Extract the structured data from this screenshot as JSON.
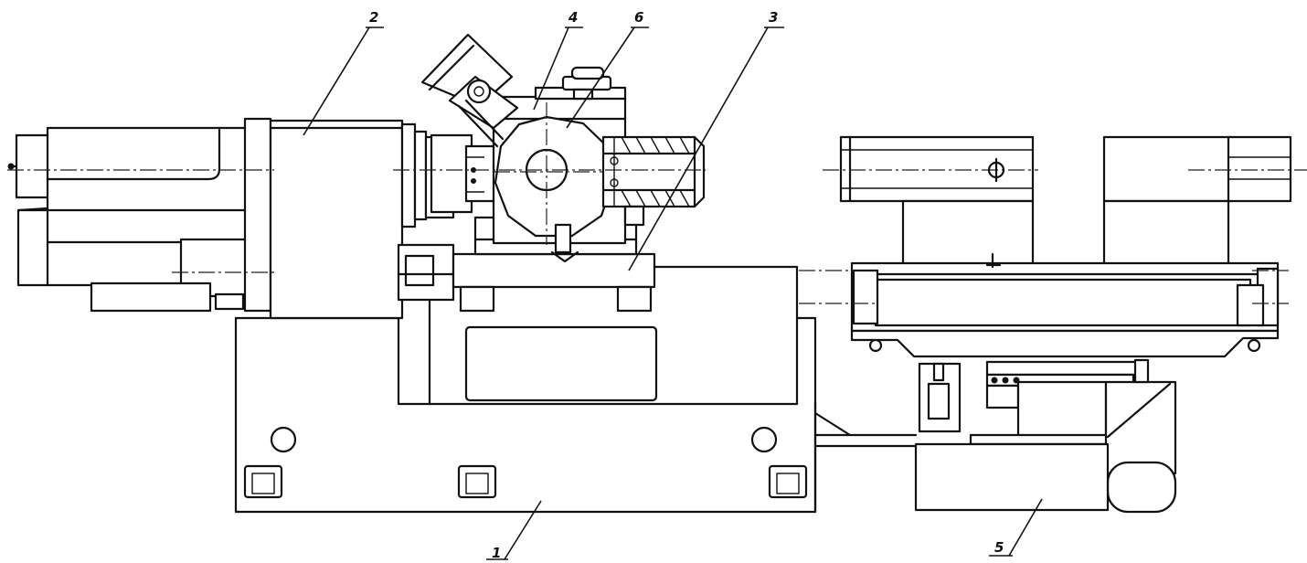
{
  "callouts": {
    "bed": "1",
    "headstock": "2",
    "slide": "3",
    "saddle": "4",
    "loader": "5",
    "turret": "6"
  },
  "colors": {
    "ink": "#111111",
    "paper": "#ffffff"
  }
}
